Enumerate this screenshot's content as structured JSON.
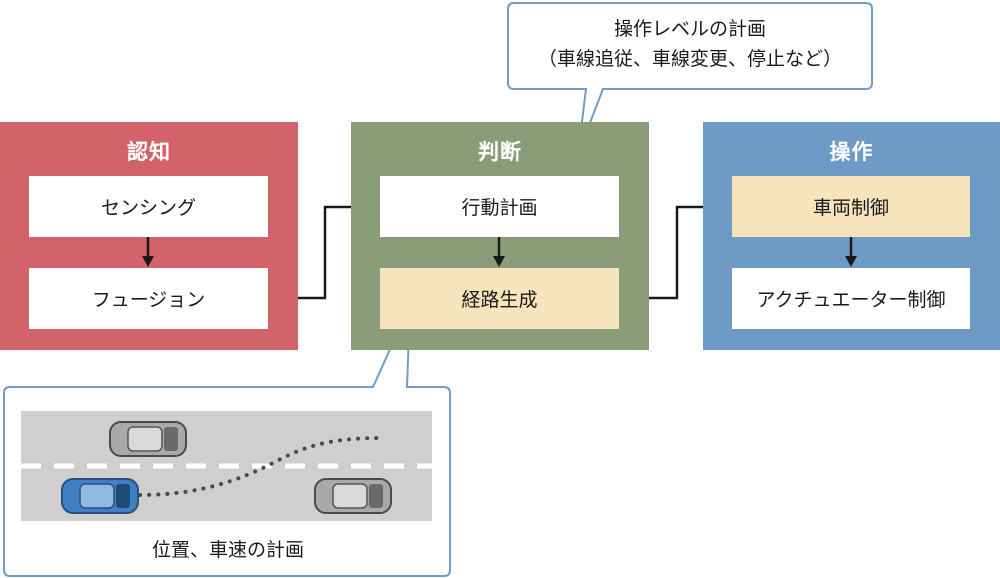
{
  "panels": {
    "ninchi": {
      "title": "認知",
      "steps": [
        "センシング",
        "フュージョン"
      ]
    },
    "handan": {
      "title": "判断",
      "steps": [
        "行動計画",
        "経路生成"
      ]
    },
    "sousa": {
      "title": "操作",
      "steps": [
        "車両制御",
        "アクチュエーター制御"
      ]
    }
  },
  "callout_top": {
    "line1": "操作レベルの計画",
    "line2": "（車線追従、車線変更、停止など）"
  },
  "callout_bottom": {
    "caption": "位置、車速の計画"
  },
  "colors": {
    "ninchi": "#d3636a",
    "handan": "#8a9d78",
    "sousa": "#6e9bc6",
    "highlight_box": "#f6e4bc",
    "callout_border": "#6f9dc4",
    "road": "#cfcfcf",
    "ego_car": "#3f7fc4",
    "other_car": "#a9a9a9"
  }
}
